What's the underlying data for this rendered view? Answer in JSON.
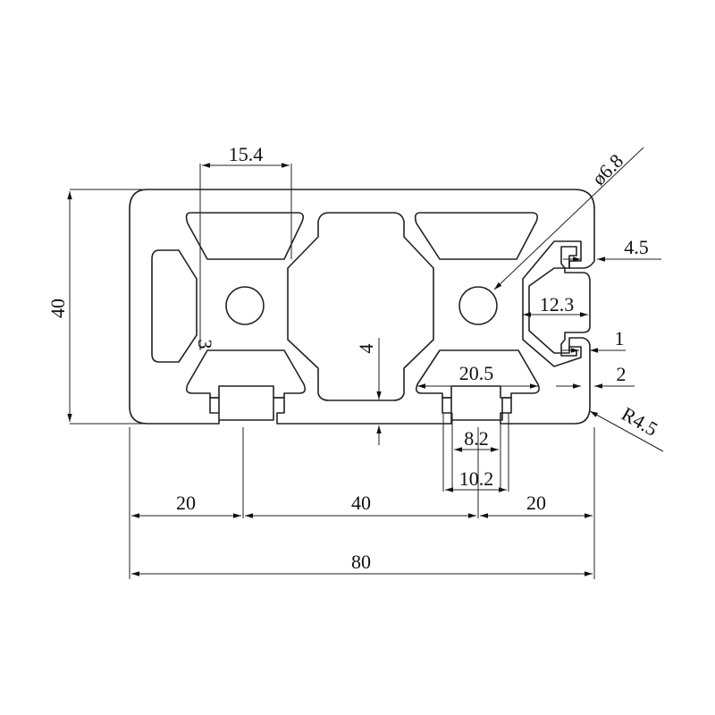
{
  "drawing": {
    "dimensions": {
      "overall_width": "80",
      "height": "40",
      "left_pitch": "20",
      "center_pitch": "40",
      "right_pitch": "20",
      "top_slot_width": "15.4",
      "hole_diameter": "ø6.8",
      "side_slot_depth": "4.5",
      "side_inner_width": "12.3",
      "lip_thickness": "1",
      "lip_gap": "2",
      "corner_radius": "R4.5",
      "slot_bottom_width": "20.5",
      "slot_opening": "8.2",
      "slot_outer": "10.2",
      "wall_depth": "4",
      "web_thickness": "3"
    },
    "colors": {
      "line": "#222222",
      "background": "#ffffff"
    }
  }
}
